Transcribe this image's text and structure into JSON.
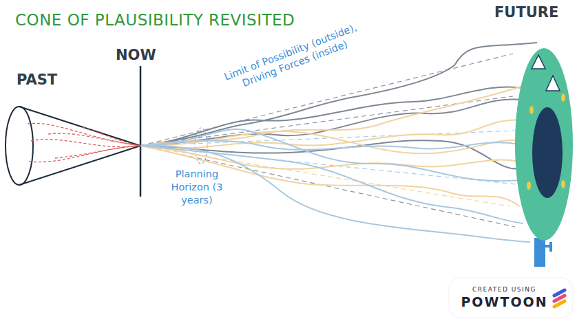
{
  "diagram": {
    "title": "CONE OF PLAUSIBILITY REVISITED",
    "nodes": [
      {
        "text": [
          "CREATED USING",
          "POWTOON"
        ]
      }
    ],
    "labels": [
      "PAST",
      "NOW",
      "FUTURE",
      "Limit of Possibility (outside), Driving Forces (inside)",
      "Planning Horizon (3 years)"
    ]
  }
}
